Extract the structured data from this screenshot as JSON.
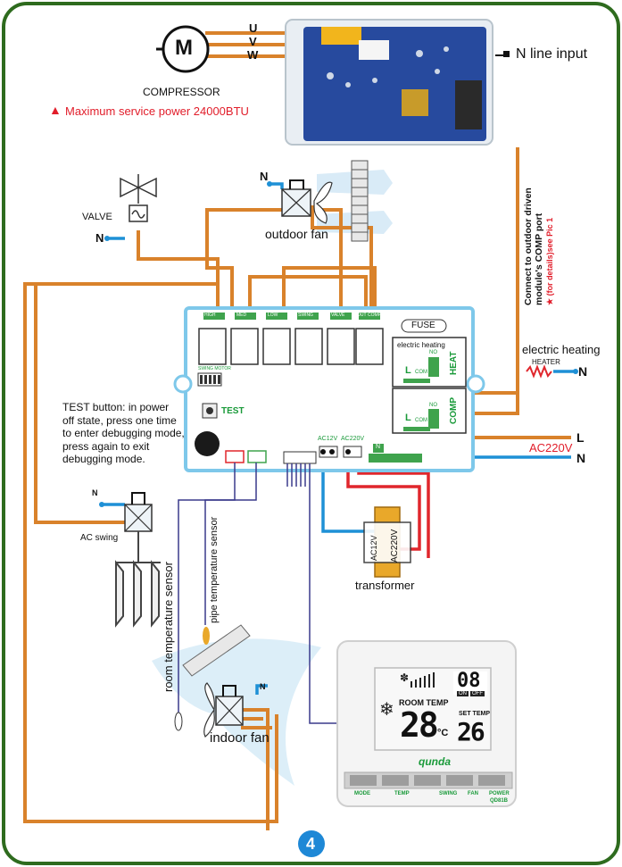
{
  "compressor": {
    "symbol": "M",
    "phase_u": "U",
    "phase_v": "V",
    "phase_w": "W",
    "label": "COMPRESSOR",
    "warning": "Maximum service power 24000BTU"
  },
  "inverter": {
    "n_line_input": "N line input",
    "port_note_line1": "Connect to outdoor driven",
    "port_note_line2": "module's COMP port",
    "port_note_line3": "★ (for details)see Pic 1"
  },
  "valve": {
    "label": "VALVE",
    "n_label": "N"
  },
  "outdoor_fan": {
    "label": "outdoor fan",
    "n_label": "N"
  },
  "controller": {
    "fuse": "FUSE",
    "heat_box_title": "electric heating",
    "heat_label": "HEAT",
    "comp_label": "COMP",
    "box_l": "L",
    "box_no": "NO",
    "box_com": "COM",
    "test_label": "TEST",
    "swing_motor_label": "SWING MOTOR",
    "ac12v": "AC12V",
    "ac220v": "AC220V",
    "n_small": "N",
    "relay_labels": [
      "HIGH",
      "MED",
      "LOW",
      "SWING",
      "VALVE",
      "OUT",
      "COMP"
    ]
  },
  "heater": {
    "title": "electric heating",
    "sub": "HEATER",
    "n_label": "N"
  },
  "power": {
    "l_label": "L",
    "voltage": "AC220V",
    "n_label": "N"
  },
  "test_note": [
    "TEST button: in power",
    "off state, press one time",
    "to enter debugging mode,",
    "press again to exit",
    "debugging mode."
  ],
  "ac_swing": {
    "label": "AC swing",
    "n_label": "N"
  },
  "transformer": {
    "label": "transformer",
    "ac12v": "AC12V",
    "ac220v": "AC220V"
  },
  "sensors": {
    "room": "room temperature sensor",
    "pipe": "pipe temperature sensor"
  },
  "indoor_fan": {
    "label": "indoor fan",
    "n_label": "N"
  },
  "thermostat": {
    "room_temp_label": "ROOM TEMP",
    "room_temp_value": "28",
    "unit": "°C",
    "clock_value": "08",
    "on_label": "ON",
    "off_label": "OFF",
    "set_temp_label": "SET TEMP",
    "set_temp_value": "26",
    "brand": "qunda",
    "model": "QD81B",
    "buttons": [
      "MODE",
      "TEMP",
      "SWING",
      "FAN",
      "POWER"
    ]
  },
  "page_number": "4",
  "colors": {
    "frame": "#2e6b1e",
    "orange_wire": "#d9822b",
    "blue_wire": "#1e90d6",
    "red_wire": "#e0262c",
    "board_border": "#7ec8ea",
    "green_text": "#1a9a3a",
    "warning_red": "#e11d2a"
  }
}
